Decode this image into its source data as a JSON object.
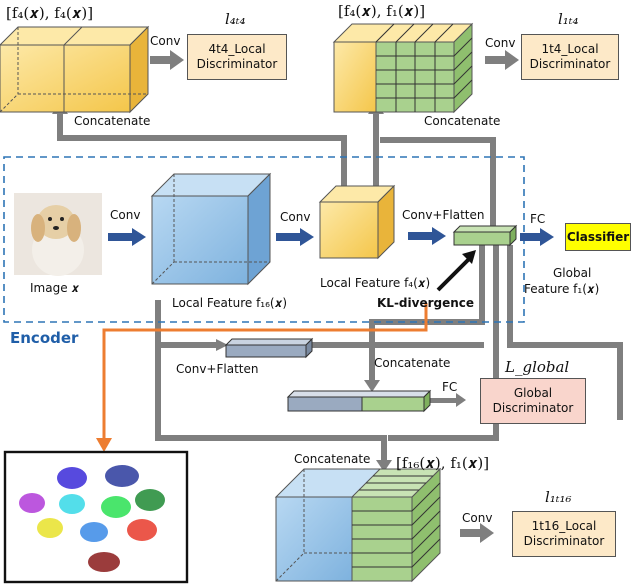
{
  "top_left": {
    "formula": "[f₄(𝒙), f₄(𝒙)]",
    "conv_label": "Conv",
    "loss_label": "l₄ₜ₄",
    "disc_line1": "4t4_Local",
    "disc_line2": "Discriminator",
    "concat_label": "Concatenate"
  },
  "top_right": {
    "formula": "[f₄(𝒙), f₁(𝒙)]",
    "conv_label": "Conv",
    "loss_label": "l₁ₜ₄",
    "disc_line1": "1t4_Local",
    "disc_line2": "Discriminator",
    "concat_label": "Concatenate"
  },
  "encoder": {
    "label": "Encoder",
    "image_label": "Image 𝒙",
    "conv1_label": "Conv",
    "local16_label": "Local Feature f₁₆(𝒙)",
    "conv2_label": "Conv",
    "local4_label": "Local Feature f₄(𝒙)",
    "conv_flatten_label": "Conv+Flatten",
    "kl_label": "KL-divergence"
  },
  "classifier": {
    "fc_label": "FC",
    "label": "Classifier",
    "global_line1": "Global",
    "global_line2": "Feature f₁(𝒙)"
  },
  "global_branch": {
    "conv_flatten_label": "Conv+Flatten",
    "concat_label": "Concatenate",
    "loss_label": "L_global",
    "fc_label": "FC",
    "disc_line1": "Global",
    "disc_line2": "Discriminator"
  },
  "bottom": {
    "concat_label": "Concatenate",
    "formula": "[f₁₆(𝒙), f₁(𝒙)]",
    "conv_label": "Conv",
    "loss_label": "l₁ₜ₁₆",
    "disc_line1": "1t16_Local",
    "disc_line2": "Discriminator"
  },
  "colors": {
    "yellow": "#f8d46a",
    "blue": "#8fbfe6",
    "green": "#a9d18e",
    "gray_arrow": "#7f7f7f",
    "blue_arrow": "#2f5597",
    "orange": "#ed7d31",
    "disc_fill": "#fde9c8",
    "global_disc_fill": "#f9d5cc",
    "classifier_fill": "#ffff00"
  }
}
